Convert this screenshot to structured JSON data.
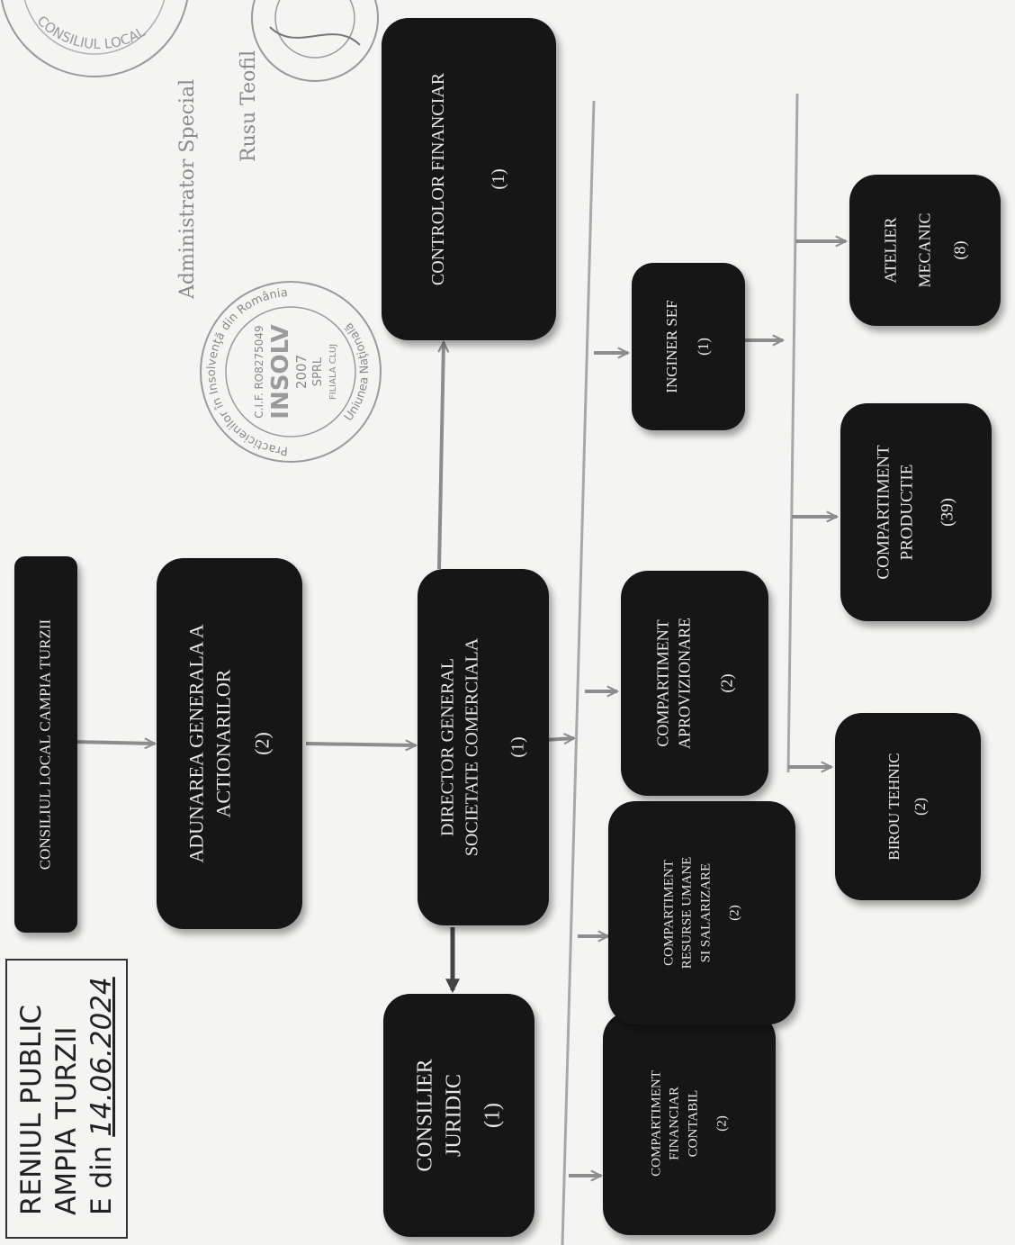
{
  "nodes": [
    {
      "id": "consiliul",
      "lines": [
        "CONSILIUL LOCAL CAMPIA TURZII"
      ]
    },
    {
      "id": "adunarea",
      "lines": [
        "ADUNAREA GENERALA A",
        "ACTIONARILOR",
        "(2)"
      ]
    },
    {
      "id": "director",
      "lines": [
        "DIRECTOR GENERAL",
        "SOCIETATE COMERCIALA",
        "(1)"
      ]
    },
    {
      "id": "controlor",
      "lines": [
        "CONTROLOR FINANCIAR",
        "(1)"
      ]
    },
    {
      "id": "consilier",
      "lines": [
        "CONSILIER",
        "JURIDIC",
        "(1)"
      ]
    },
    {
      "id": "comp-financiar",
      "lines": [
        "COMPARTIMENT",
        "FINANCIAR",
        "CONTABIL",
        "(2)"
      ]
    },
    {
      "id": "comp-resurse",
      "lines": [
        "COMPARTIMENT",
        "RESURSE UMANE",
        "SI SALARIZARE",
        "(2)"
      ]
    },
    {
      "id": "comp-aprovizionare",
      "lines": [
        "COMPARTIMENT",
        "APROVIZIONARE",
        "(2)"
      ]
    },
    {
      "id": "inginer",
      "lines": [
        "INGINER SEF",
        "(1)"
      ]
    },
    {
      "id": "birou",
      "lines": [
        "BIROU TEHNIC",
        "(2)"
      ]
    },
    {
      "id": "comp-productie",
      "lines": [
        "COMPARTIMENT",
        "PRODUCTIE",
        "(39)"
      ]
    },
    {
      "id": "atelier",
      "lines": [
        "ATELIER",
        "MECANIC",
        "(8)"
      ]
    }
  ],
  "administrator": {
    "title": "Administrator Special",
    "name": "Rusu Teofil"
  },
  "stamp_insolv": {
    "top": "Practicienilor în Insolvenţă din România",
    "bottom": "Uniunea Naţională",
    "cif": "C.I.F. RO8275049",
    "name": "INSOLV",
    "year": "2007",
    "type": "SPRL",
    "branch": "FILIALA CLUJ"
  },
  "stamp_council": {
    "text": "CONSILIUL LOCAL"
  },
  "registration": {
    "line1": "RENIUL PUBLIC",
    "line2": "AMPIA TURZII",
    "prefix": "E din",
    "date": "14.06.2024"
  },
  "colors": {
    "box": "#161616",
    "box_text": "#e8e8e8",
    "line": "#a8a8a8",
    "arrow": "#8c8c8c",
    "stamp": "#9a9a9a"
  }
}
